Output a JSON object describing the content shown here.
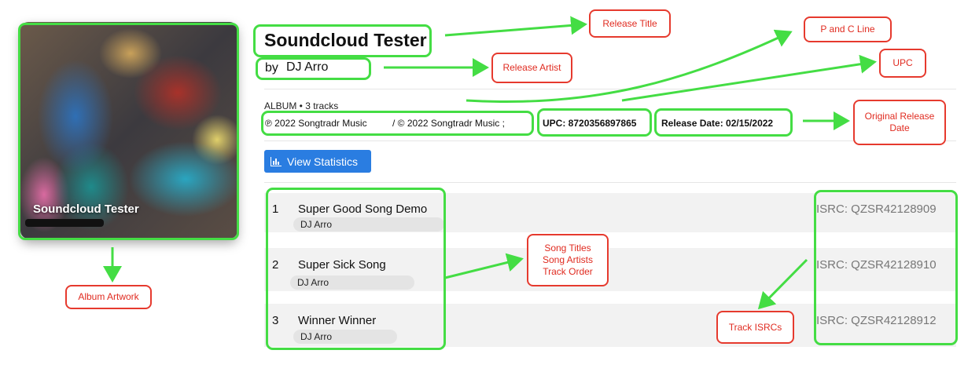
{
  "artwork": {
    "overlay_title": "Soundcloud Tester"
  },
  "release": {
    "title": "Soundcloud Tester",
    "by_label": "by",
    "artist": "DJ Arro",
    "type_line": "ALBUM  •  3 tracks",
    "p_line": "℗ 2022   Songtradr Music",
    "c_line": "/ © 2022   Songtradr Music ;",
    "upc": "UPC: 8720356897865",
    "release_date": "Release Date: 02/15/2022"
  },
  "stats_button": {
    "label": "View Statistics",
    "icon": "bar-chart-icon"
  },
  "tracks": [
    {
      "number": "1",
      "title": "Super Good Song Demo",
      "artist": "DJ Arro",
      "isrc": "ISRC: QZSR42128909"
    },
    {
      "number": "2",
      "title": "Super Sick Song",
      "artist": "DJ Arro",
      "isrc": "ISRC: QZSR42128910"
    },
    {
      "number": "3",
      "title": "Winner Winner",
      "artist": "DJ Arro",
      "isrc": "ISRC: QZSR42128912"
    }
  ],
  "annotations": {
    "release_title": "Release Title",
    "pc_line": "P and C Line",
    "upc": "UPC",
    "release_artist": "Release Artist",
    "original_release_date_1": "Original Release",
    "original_release_date_2": "Date",
    "song_titles_1": "Song Titles",
    "song_titles_2": "Song Artists",
    "song_titles_3": "Track Order",
    "album_artwork": "Album Artwork",
    "track_isrcs": "Track ISRCs"
  },
  "colors": {
    "highlight": "#44dd44",
    "callout": "#e63a2e",
    "button": "#2a7de1"
  }
}
